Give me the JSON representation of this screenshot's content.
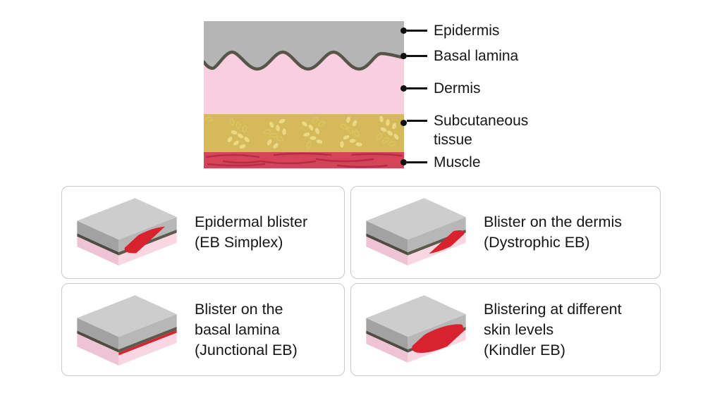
{
  "colors": {
    "epidermis": "#b5b5b5",
    "basal_lamina": "#57554a",
    "dermis": "#f8cfdf",
    "subcutaneous": "#d5b95b",
    "fat_cell": "#ecd983",
    "fat_outline": "#dfc75f",
    "muscle": "#d54458",
    "muscle_fiber": "#bb2b49",
    "blister": "#d8232f",
    "block_top": "#cdcdcd",
    "block_gray": "#b7b7b7",
    "block_gray_left": "#a2a2a2",
    "block_dark": "#5c5a4e",
    "block_dark_left": "#4e4c42",
    "block_pink": "#f8d7e3",
    "block_pink_left": "#eec4d4",
    "card_border": "#c9c9c9",
    "text": "#161616"
  },
  "diagram": {
    "labels": [
      {
        "text": "Epidermis"
      },
      {
        "text": "Basal lamina"
      },
      {
        "text": "Dermis"
      },
      {
        "text": "Subcutaneous tissue"
      },
      {
        "text": "Muscle"
      }
    ]
  },
  "cards": [
    {
      "title": "Epidermal blister\n(EB Simplex)",
      "variant": "epidermal"
    },
    {
      "title": "Blister on the dermis\n(Dystrophic EB)",
      "variant": "dermal"
    },
    {
      "title": "Blister on the\nbasal lamina\n(Junctional EB)",
      "variant": "junctional"
    },
    {
      "title": "Blistering at different\nskin levels\n(Kindler EB)",
      "variant": "multilevel"
    }
  ]
}
